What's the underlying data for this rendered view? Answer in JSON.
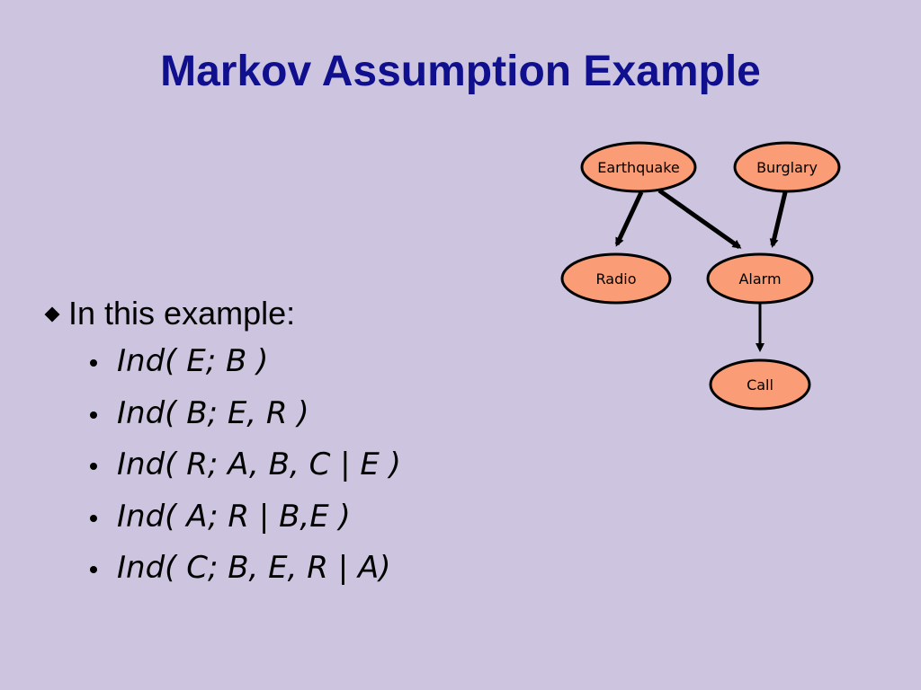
{
  "slide": {
    "title": "Markov Assumption Example",
    "intro": "In this example:",
    "statements": [
      "Ind( E; B )",
      "Ind( B; E, R )",
      "Ind( R; A, B, C | E )",
      "Ind( A; R | B,E )",
      "Ind( C; B, E, R | A)"
    ]
  },
  "graph": {
    "node_fill": "#fa9c75",
    "node_stroke": "#000000",
    "nodes": {
      "earthquake": "Earthquake",
      "burglary": "Burglary",
      "radio": "Radio",
      "alarm": "Alarm",
      "call": "Call"
    },
    "edges": [
      [
        "earthquake",
        "radio"
      ],
      [
        "earthquake",
        "alarm"
      ],
      [
        "burglary",
        "alarm"
      ],
      [
        "alarm",
        "call"
      ]
    ]
  }
}
